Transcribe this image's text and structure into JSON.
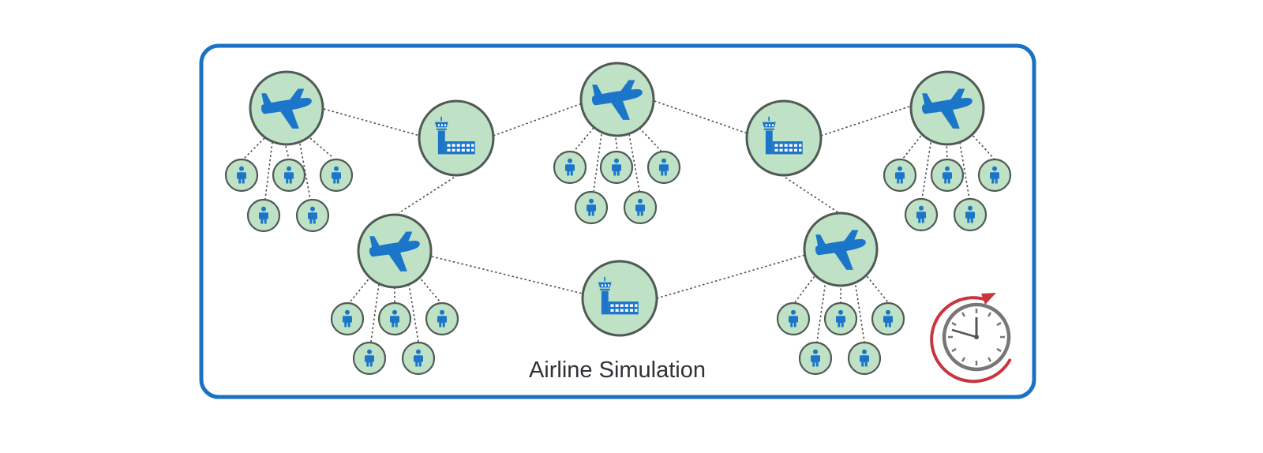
{
  "title": "Airline Simulation",
  "colors": {
    "frame": "#1a72c4",
    "node_fill": "#bfe2c6",
    "node_stroke": "#505a55",
    "icon": "#1b76c9",
    "edge": "#4a4f4c",
    "clock_arrow": "#c8353d",
    "clock_face": "#777777",
    "title_text": "#2f3337"
  },
  "nodes": {
    "airplanes": [
      "airplane-1",
      "airplane-2",
      "airplane-3",
      "airplane-4",
      "airplane-5"
    ],
    "airports": [
      "airport-1",
      "airport-2",
      "airport-3"
    ],
    "passenger_groups": [
      "passengers-1",
      "passengers-2",
      "passengers-3",
      "passengers-4",
      "passengers-5"
    ],
    "passengers_per_group": 5
  },
  "icons": {
    "airplane": "airplane-icon",
    "airport": "airport-tower-icon",
    "passenger": "person-icon",
    "clock": "clock-icon"
  }
}
